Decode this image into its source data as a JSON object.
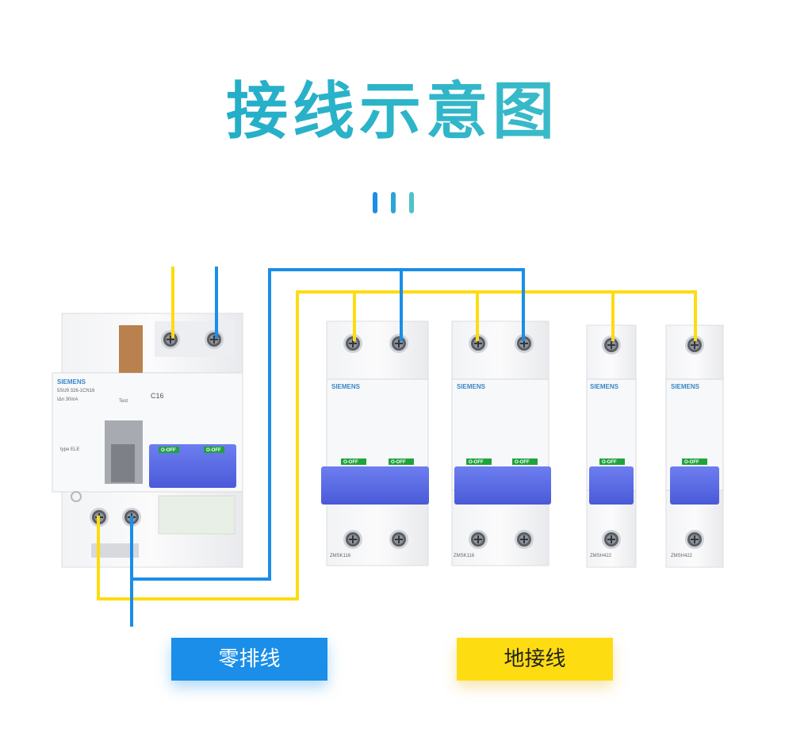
{
  "title": "接线示意图",
  "colors": {
    "neutral_wire": "#1a8ee8",
    "ground_wire": "#fddc11",
    "title_gradient": [
      "#1aa6c8",
      "#4ec3c8"
    ]
  },
  "legend": {
    "neutral_label": "零排线",
    "ground_label": "地接线"
  },
  "rcbo": {
    "brand": "SIEMENS",
    "model": "5SU9 326-1CN16",
    "rating": "IΔn  30mA",
    "curve": "C16",
    "type": "type ELE",
    "test_label": "Test",
    "off_label": "O-OFF"
  },
  "breakers": [
    {
      "brand": "SIEMENS",
      "model": "ZMSK116",
      "off_label": "O-OFF",
      "poles": 2
    },
    {
      "brand": "SIEMENS",
      "model": "ZMSK116",
      "off_label": "O-OFF",
      "poles": 2
    },
    {
      "brand": "SIEMENS",
      "model": "ZMSH422",
      "off_label": "O-OFF",
      "poles": 1
    },
    {
      "brand": "SIEMENS",
      "model": "ZMSH422",
      "off_label": "O-OFF",
      "poles": 1
    }
  ]
}
